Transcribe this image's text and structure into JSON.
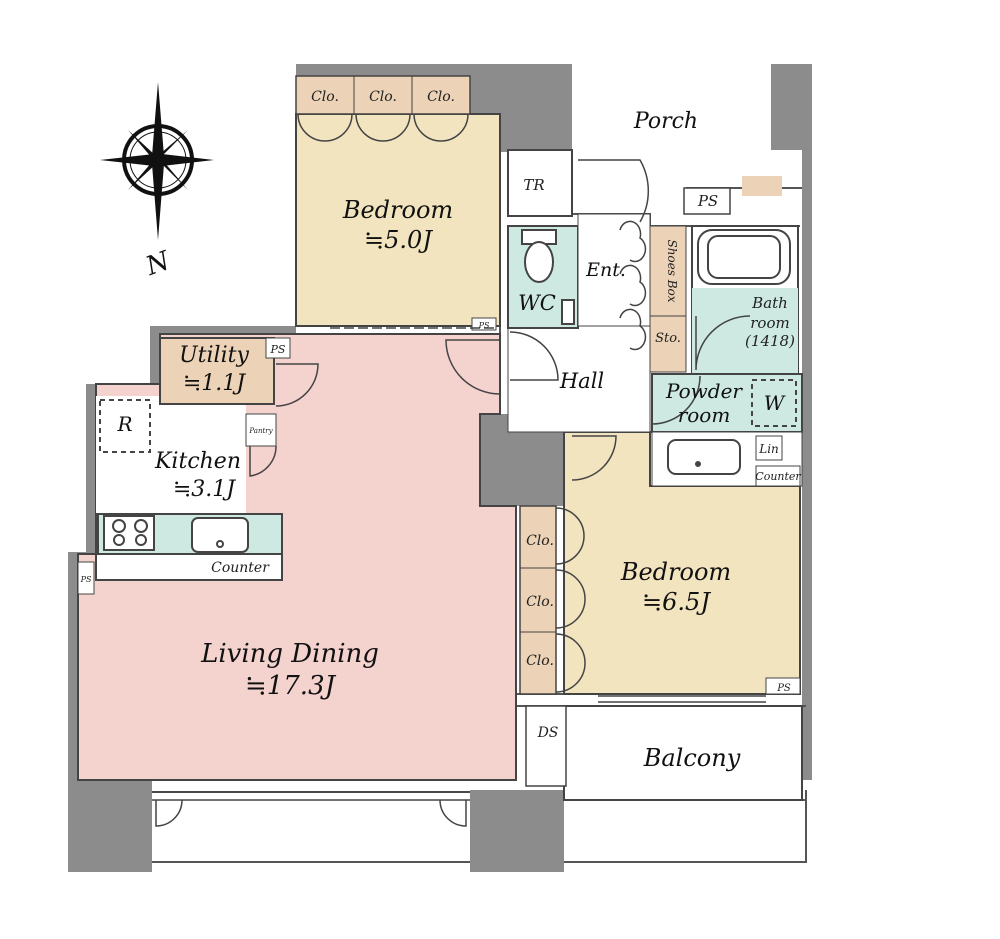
{
  "compass": {
    "north_label": "N"
  },
  "rooms": {
    "bedroom1": {
      "name": "Bedroom",
      "size": "≒5.0J"
    },
    "bedroom2": {
      "name": "Bedroom",
      "size": "≒6.5J"
    },
    "living": {
      "name": "Living Dining",
      "size": "≒17.3J"
    },
    "kitchen": {
      "name": "Kitchen",
      "size": "≒3.1J"
    },
    "utility": {
      "name": "Utility",
      "size": "≒1.1J"
    },
    "porch": "Porch",
    "hall": "Hall",
    "wc": "WC",
    "ent": "Ent.",
    "balcony": "Balcony",
    "powder": {
      "line1": "Powder",
      "line2": "room"
    },
    "bath": {
      "line1": "Bath",
      "line2": "room",
      "line3": "(1418)"
    }
  },
  "storage": {
    "clo": "Clo.",
    "tr": "TR",
    "ps": "PS",
    "ds": "DS",
    "sto": "Sto.",
    "shoes_box": "Shoes Box",
    "pantry": "Pantry",
    "lin": "Lin",
    "counter": "Counter",
    "r": "R",
    "w": "W"
  },
  "colors": {
    "wall": "#8c8c8c",
    "bedroom": "#f3e4c0",
    "living": "#f4d3cf",
    "wet": "#cde9e1",
    "storage": "#ecd2b6"
  }
}
